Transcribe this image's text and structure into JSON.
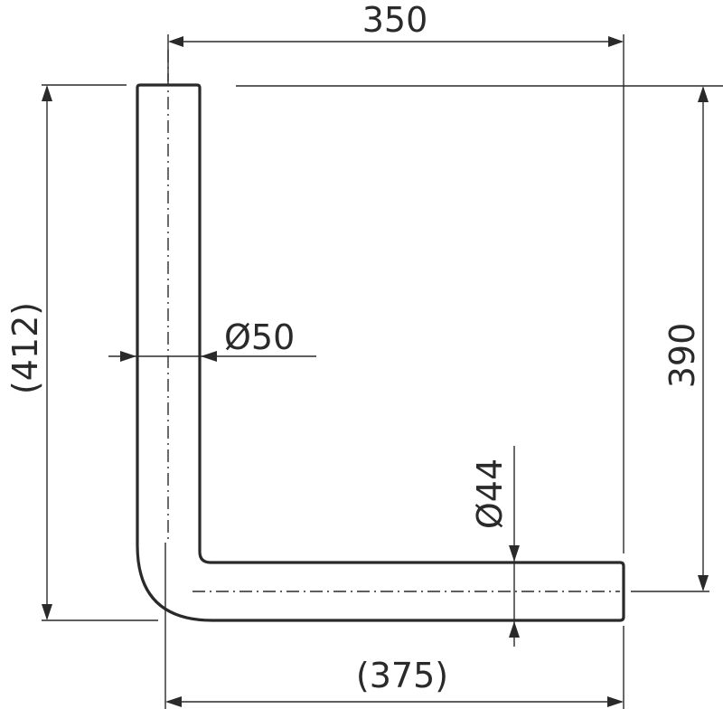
{
  "drawing": {
    "subject": "L-shaped pipe bend",
    "colors": {
      "line": "#2a2a2a",
      "background": "#ffffff"
    },
    "dimensions": {
      "top_width": "350",
      "bottom_width": "(375)",
      "left_height": "(412)",
      "right_height": "390",
      "outer_diameter": "Ø50",
      "inner_diameter": "Ø44"
    }
  }
}
